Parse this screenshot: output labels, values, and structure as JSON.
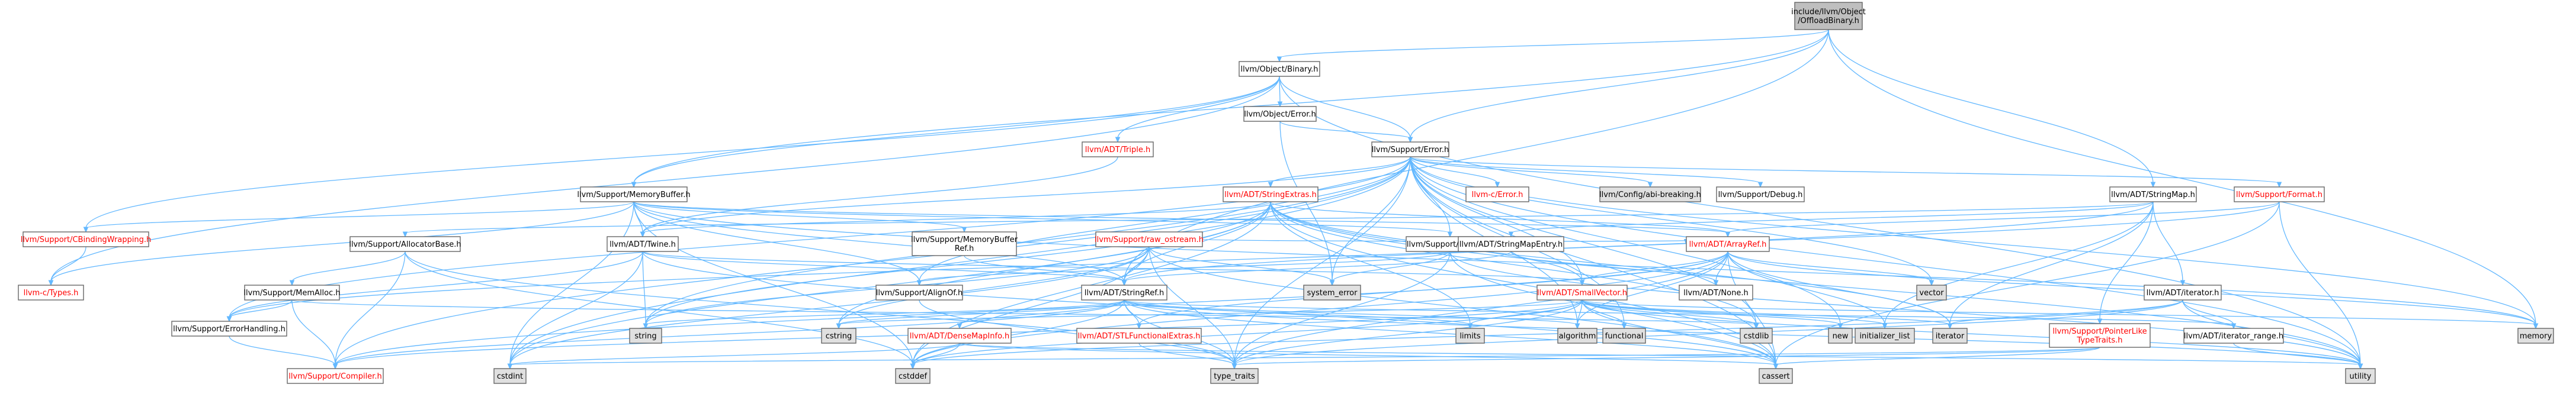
{
  "colors": {
    "edge": "#63b8ff",
    "node_fill": "#ffffff",
    "node_fill_root": "#bfbfbf",
    "node_fill_external": "#e0e0e0",
    "node_border": "#666666",
    "text_default": "#000000",
    "text_link_red": "#ff0000"
  },
  "nodes": [
    {
      "id": "root",
      "lines": [
        "include/llvm/Object",
        "/OffloadBinary.h"
      ],
      "style": "root"
    },
    {
      "id": "objbinary",
      "lines": [
        "llvm/Object/Binary.h"
      ],
      "style": "normal"
    },
    {
      "id": "objerror",
      "lines": [
        "llvm/Object/Error.h"
      ],
      "style": "normal"
    },
    {
      "id": "triple",
      "lines": [
        "llvm/ADT/Triple.h"
      ],
      "style": "red"
    },
    {
      "id": "supporterror",
      "lines": [
        "llvm/Support/Error.h"
      ],
      "style": "normal"
    },
    {
      "id": "memorybuffer",
      "lines": [
        "llvm/Support/MemoryBuffer.h"
      ],
      "style": "normal"
    },
    {
      "id": "stringextras",
      "lines": [
        "llvm/ADT/StringExtras.h"
      ],
      "style": "red"
    },
    {
      "id": "llvmcerror",
      "lines": [
        "llvm-c/Error.h"
      ],
      "style": "red"
    },
    {
      "id": "abibreaking",
      "lines": [
        "llvm/Config/abi-breaking.h"
      ],
      "style": "external"
    },
    {
      "id": "debug",
      "lines": [
        "llvm/Support/Debug.h"
      ],
      "style": "normal"
    },
    {
      "id": "format",
      "lines": [
        "llvm/Support/Format.h"
      ],
      "style": "red"
    },
    {
      "id": "stringmap",
      "lines": [
        "llvm/ADT/StringMap.h"
      ],
      "style": "normal"
    },
    {
      "id": "cbinding",
      "lines": [
        "llvm/Support/CBindingWrapping.h"
      ],
      "style": "red"
    },
    {
      "id": "allocatorbase",
      "lines": [
        "llvm/Support/AllocatorBase.h"
      ],
      "style": "normal"
    },
    {
      "id": "twine",
      "lines": [
        "llvm/ADT/Twine.h"
      ],
      "style": "normal"
    },
    {
      "id": "mbref",
      "lines": [
        "llvm/Support/MemoryBuffer",
        "Ref.h"
      ],
      "style": "normal"
    },
    {
      "id": "rawostream",
      "lines": [
        "llvm/Support/raw_ostream.h"
      ],
      "style": "red"
    },
    {
      "id": "erroror",
      "lines": [
        "llvm/Support/ErrorOr.h"
      ],
      "style": "normal"
    },
    {
      "id": "stringmapentry",
      "lines": [
        "llvm/ADT/StringMapEntry.h"
      ],
      "style": "normal"
    },
    {
      "id": "arrayref",
      "lines": [
        "llvm/ADT/ArrayRef.h"
      ],
      "style": "red"
    },
    {
      "id": "ctypes",
      "lines": [
        "llvm-c/Types.h"
      ],
      "style": "red"
    },
    {
      "id": "memalloc",
      "lines": [
        "llvm/Support/MemAlloc.h"
      ],
      "style": "normal"
    },
    {
      "id": "alignof",
      "lines": [
        "llvm/Support/AlignOf.h"
      ],
      "style": "normal"
    },
    {
      "id": "stringref",
      "lines": [
        "llvm/ADT/StringRef.h"
      ],
      "style": "normal"
    },
    {
      "id": "smallvector",
      "lines": [
        "llvm/ADT/SmallVector.h"
      ],
      "style": "red"
    },
    {
      "id": "adtnone",
      "lines": [
        "llvm/ADT/None.h"
      ],
      "style": "normal"
    },
    {
      "id": "iterator",
      "lines": [
        "llvm/ADT/iterator.h"
      ],
      "style": "normal"
    },
    {
      "id": "errorhandling",
      "lines": [
        "llvm/Support/ErrorHandling.h"
      ],
      "style": "normal"
    },
    {
      "id": "compiler",
      "lines": [
        "llvm/Support/Compiler.h"
      ],
      "style": "red"
    },
    {
      "id": "densemapinfo",
      "lines": [
        "llvm/ADT/DenseMapInfo.h"
      ],
      "style": "red"
    },
    {
      "id": "stlfunc",
      "lines": [
        "llvm/ADT/STLFunctionalExtras.h"
      ],
      "style": "red"
    },
    {
      "id": "iterrange",
      "lines": [
        "llvm/ADT/iterator_range.h"
      ],
      "style": "normal"
    },
    {
      "id": "ptrlike",
      "lines": [
        "llvm/Support/PointerLike",
        "TypeTraits.h"
      ],
      "style": "red"
    },
    {
      "id": "systemerror",
      "lines": [
        "system_error"
      ],
      "style": "external"
    },
    {
      "id": "vector",
      "lines": [
        "vector"
      ],
      "style": "external"
    },
    {
      "id": "string",
      "lines": [
        "string"
      ],
      "style": "external"
    },
    {
      "id": "cstring",
      "lines": [
        "cstring"
      ],
      "style": "external"
    },
    {
      "id": "limits",
      "lines": [
        "limits"
      ],
      "style": "external"
    },
    {
      "id": "algorithm",
      "lines": [
        "algorithm"
      ],
      "style": "external"
    },
    {
      "id": "functional",
      "lines": [
        "functional"
      ],
      "style": "external"
    },
    {
      "id": "cstdlib",
      "lines": [
        "cstdlib"
      ],
      "style": "external"
    },
    {
      "id": "new",
      "lines": [
        "new"
      ],
      "style": "external"
    },
    {
      "id": "initlist",
      "lines": [
        "initializer_list"
      ],
      "style": "external"
    },
    {
      "id": "iterstd",
      "lines": [
        "iterator"
      ],
      "style": "external"
    },
    {
      "id": "memory",
      "lines": [
        "memory"
      ],
      "style": "external"
    },
    {
      "id": "cstdint",
      "lines": [
        "cstdint"
      ],
      "style": "external"
    },
    {
      "id": "cstddef",
      "lines": [
        "cstddef"
      ],
      "style": "external"
    },
    {
      "id": "typetraits",
      "lines": [
        "type_traits"
      ],
      "style": "external"
    },
    {
      "id": "cassert",
      "lines": [
        "cassert"
      ],
      "style": "external"
    },
    {
      "id": "utility",
      "lines": [
        "utility"
      ],
      "style": "external"
    }
  ],
  "edges": [
    [
      "root",
      "objbinary"
    ],
    [
      "root",
      "supporterror"
    ],
    [
      "root",
      "memorybuffer"
    ],
    [
      "root",
      "stringmap"
    ],
    [
      "root",
      "stringref"
    ],
    [
      "root",
      "memory"
    ],
    [
      "objbinary",
      "objerror"
    ],
    [
      "objbinary",
      "triple"
    ],
    [
      "objbinary",
      "supporterror"
    ],
    [
      "objbinary",
      "memorybuffer"
    ],
    [
      "objbinary",
      "ctypes"
    ],
    [
      "objbinary",
      "cbinding"
    ],
    [
      "objbinary",
      "utility"
    ],
    [
      "objerror",
      "supporterror"
    ],
    [
      "objerror",
      "systemerror"
    ],
    [
      "triple",
      "twine"
    ],
    [
      "supporterror",
      "llvmcerror"
    ],
    [
      "supporterror",
      "abibreaking"
    ],
    [
      "supporterror",
      "debug"
    ],
    [
      "supporterror",
      "format"
    ],
    [
      "supporterror",
      "stringextras"
    ],
    [
      "supporterror",
      "erroror"
    ],
    [
      "supporterror",
      "twine"
    ],
    [
      "supporterror",
      "alignof"
    ],
    [
      "supporterror",
      "smallvector"
    ],
    [
      "supporterror",
      "compiler"
    ],
    [
      "supporterror",
      "errorhandling"
    ],
    [
      "supporterror",
      "cstdint"
    ],
    [
      "supporterror",
      "cassert"
    ],
    [
      "supporterror",
      "utility"
    ],
    [
      "supporterror",
      "memory"
    ],
    [
      "supporterror",
      "vector"
    ],
    [
      "supporterror",
      "string"
    ],
    [
      "supporterror",
      "functional"
    ],
    [
      "supporterror",
      "algorithm"
    ],
    [
      "supporterror",
      "new"
    ],
    [
      "supporterror",
      "typetraits"
    ],
    [
      "supporterror",
      "cstdlib"
    ],
    [
      "supporterror",
      "systemerror"
    ],
    [
      "memorybuffer",
      "cbinding"
    ],
    [
      "memorybuffer",
      "ctypes"
    ],
    [
      "memorybuffer",
      "arrayref"
    ],
    [
      "memorybuffer",
      "stringref"
    ],
    [
      "memorybuffer",
      "twine"
    ],
    [
      "memorybuffer",
      "mbref"
    ],
    [
      "memorybuffer",
      "alignof"
    ],
    [
      "memorybuffer",
      "erroror"
    ],
    [
      "memorybuffer",
      "cstddef"
    ],
    [
      "memorybuffer",
      "cstdint"
    ],
    [
      "memorybuffer",
      "memory"
    ],
    [
      "stringextras",
      "arrayref"
    ],
    [
      "stringextras",
      "smallvector"
    ],
    [
      "stringextras",
      "stringref"
    ],
    [
      "stringextras",
      "twine"
    ],
    [
      "stringextras",
      "iterstd"
    ],
    [
      "stringextras",
      "cassert"
    ],
    [
      "stringextras",
      "cstddef"
    ],
    [
      "stringextras",
      "cstdint"
    ],
    [
      "stringextras",
      "cstdlib"
    ],
    [
      "stringextras",
      "cstring"
    ],
    [
      "stringextras",
      "limits"
    ],
    [
      "stringextras",
      "string"
    ],
    [
      "stringextras",
      "utility"
    ],
    [
      "format",
      "arrayref"
    ],
    [
      "format",
      "stringref"
    ],
    [
      "format",
      "cassert"
    ],
    [
      "format",
      "utility"
    ],
    [
      "stringmap",
      "stringmapentry"
    ],
    [
      "stringmap",
      "iterator"
    ],
    [
      "stringmap",
      "allocatorbase"
    ],
    [
      "stringmap",
      "ptrlike"
    ],
    [
      "stringmap",
      "errorhandling"
    ],
    [
      "stringmap",
      "initlist"
    ],
    [
      "stringmap",
      "iterstd"
    ],
    [
      "cbinding",
      "ctypes"
    ],
    [
      "allocatorbase",
      "compiler"
    ],
    [
      "allocatorbase",
      "memalloc"
    ],
    [
      "allocatorbase",
      "cstddef"
    ],
    [
      "allocatorbase",
      "typetraits"
    ],
    [
      "twine",
      "smallvector"
    ],
    [
      "twine",
      "stringref"
    ],
    [
      "twine",
      "errorhandling"
    ],
    [
      "twine",
      "cassert"
    ],
    [
      "twine",
      "cstdint"
    ],
    [
      "twine",
      "string"
    ],
    [
      "mbref",
      "stringref"
    ],
    [
      "rawostream",
      "stringref"
    ],
    [
      "rawostream",
      "arrayref"
    ],
    [
      "rawostream",
      "cassert"
    ],
    [
      "rawostream",
      "cstddef"
    ],
    [
      "rawostream",
      "cstdint"
    ],
    [
      "rawostream",
      "cstring"
    ],
    [
      "rawostream",
      "string"
    ],
    [
      "rawostream",
      "typetraits"
    ],
    [
      "rawostream",
      "systemerror"
    ],
    [
      "erroror",
      "alignof"
    ],
    [
      "erroror",
      "cassert"
    ],
    [
      "erroror",
      "systemerror"
    ],
    [
      "erroror",
      "typetraits"
    ],
    [
      "erroror",
      "utility"
    ],
    [
      "stringmapentry",
      "adtnone"
    ],
    [
      "stringmapentry",
      "stringref"
    ],
    [
      "arrayref",
      "adtnone"
    ],
    [
      "arrayref",
      "smallvector"
    ],
    [
      "arrayref",
      "stlfunc"
    ],
    [
      "arrayref",
      "compiler"
    ],
    [
      "arrayref",
      "algorithm"
    ],
    [
      "arrayref",
      "array"
    ],
    [
      "arrayref",
      "cassert"
    ],
    [
      "arrayref",
      "cstddef"
    ],
    [
      "arrayref",
      "initlist"
    ],
    [
      "arrayref",
      "iterstd"
    ],
    [
      "arrayref",
      "memory"
    ],
    [
      "arrayref",
      "typetraits"
    ],
    [
      "arrayref",
      "vector"
    ],
    [
      "memalloc",
      "compiler"
    ],
    [
      "memalloc",
      "errorhandling"
    ],
    [
      "memalloc",
      "cstdlib"
    ],
    [
      "alignof",
      "typetraits"
    ],
    [
      "stringref",
      "densemapinfo"
    ],
    [
      "stringref",
      "stlfunc"
    ],
    [
      "stringref",
      "iterrange"
    ],
    [
      "stringref",
      "compiler"
    ],
    [
      "stringref",
      "algorithm"
    ],
    [
      "stringref",
      "cassert"
    ],
    [
      "stringref",
      "cstddef"
    ],
    [
      "stringref",
      "cstring"
    ],
    [
      "stringref",
      "limits"
    ],
    [
      "stringref",
      "string"
    ],
    [
      "stringref",
      "typetraits"
    ],
    [
      "stringref",
      "utility"
    ],
    [
      "smallvector",
      "compiler"
    ],
    [
      "smallvector",
      "algorithm"
    ],
    [
      "smallvector",
      "cassert"
    ],
    [
      "smallvector",
      "cstddef"
    ],
    [
      "smallvector",
      "cstdlib"
    ],
    [
      "smallvector",
      "cstring"
    ],
    [
      "smallvector",
      "functional"
    ],
    [
      "smallvector",
      "initlist"
    ],
    [
      "smallvector",
      "iterstd"
    ],
    [
      "smallvector",
      "limits"
    ],
    [
      "smallvector",
      "memory"
    ],
    [
      "smallvector",
      "new"
    ],
    [
      "smallvector",
      "typetraits"
    ],
    [
      "smallvector",
      "utility"
    ],
    [
      "iterator",
      "iterrange"
    ],
    [
      "iterator",
      "cstddef"
    ],
    [
      "iterator",
      "iterstd"
    ],
    [
      "iterator",
      "typetraits"
    ],
    [
      "iterator",
      "utility"
    ],
    [
      "errorhandling",
      "compiler"
    ],
    [
      "densemapinfo",
      "cassert"
    ],
    [
      "densemapinfo",
      "cstddef"
    ],
    [
      "densemapinfo",
      "cstdint"
    ],
    [
      "densemapinfo",
      "utility"
    ],
    [
      "stlfunc",
      "typetraits"
    ],
    [
      "iterrange",
      "utility"
    ],
    [
      "ptrlike",
      "cassert"
    ],
    [
      "ptrlike",
      "cstdint"
    ],
    [
      "ptrlike",
      "typetraits"
    ]
  ]
}
